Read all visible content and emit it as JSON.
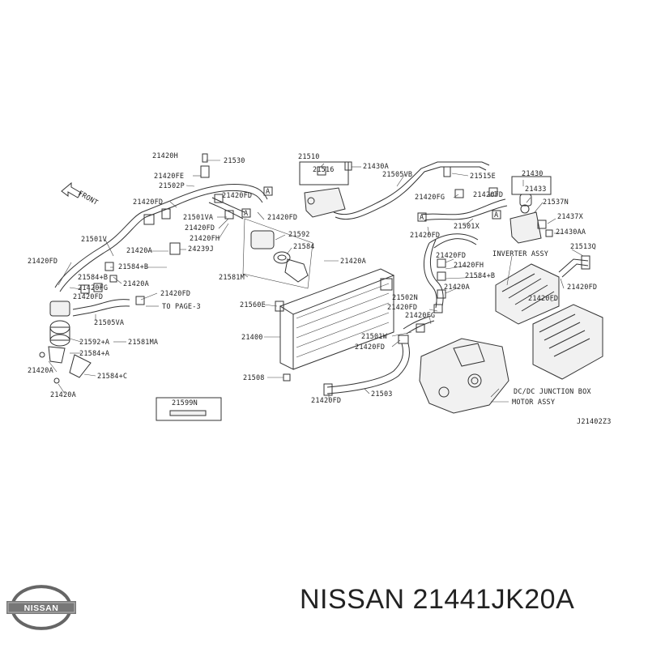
{
  "diagram": {
    "labels": {
      "partial_top": "21420H",
      "p_21530": "21530",
      "p_21420FE": "21420FE",
      "p_21502P": "21502P",
      "p_21420FD_a": "21420FD",
      "p_21420FD_b": "21420FD",
      "p_21420FD_c": "21420FD",
      "p_21420FD_d": "21420FD",
      "p_21420FD_e": "21420FD",
      "p_21420FD_f": "21420FD",
      "p_21420FD_g": "21420FD",
      "p_21420FD_h": "21420FD",
      "p_21420FD_i": "21420FD",
      "p_21420FD_j": "21420FD",
      "p_21420FD_k": "21420FD",
      "p_21420FD_l": "21420FD",
      "p_21420FD_m": "21420FD",
      "p_21501VA": "21501VA",
      "p_21420FH_a": "21420FH",
      "p_21420FH_b": "21420FH",
      "p_21501V": "21501V",
      "p_21420A_a": "21420A",
      "p_21420A_b": "21420A",
      "p_21420A_c": "21420A",
      "p_21420A_d": "21420A",
      "p_21420A_e": "21420A",
      "p_21420A_f": "21420A",
      "p_24239J": "24239J",
      "p_21592": "21592",
      "p_21584": "21584",
      "p_21581M": "21581M",
      "p_21584B_a": "21584+B",
      "p_21584B_b": "21584+B",
      "p_21420FG_a": "21420FG",
      "p_21420FG_b": "21420FG",
      "p_21420FG_c": "21420FG",
      "to_page": "TO PAGE-3",
      "p_21505VA": "21505VA",
      "p_21592A": "21592+A",
      "p_21581MA": "21581MA",
      "p_21584A": "21584+A",
      "p_21584C": "21584+C",
      "p_21599N": "21599N",
      "p_21516": "21516",
      "p_21510": "21510",
      "p_21430A": "21430A",
      "p_21505VB": "21505VB",
      "p_21515E": "21515E",
      "p_21430": "21430",
      "p_21433": "21433",
      "p_21537N": "21537N",
      "p_21437X": "21437X",
      "p_21430AA": "21430AA",
      "p_21513Q": "21513Q",
      "p_21501X": "21501X",
      "p_21560E": "21560E",
      "p_21400": "21400",
      "p_21508": "21508",
      "p_21503": "21503",
      "p_21502N": "21502N",
      "p_21501W": "21501W",
      "inverter": "INVERTER ASSY",
      "dcdc": "DC/DC JUNCTION BOX",
      "motor": "MOTOR ASSY",
      "front": "FRONT",
      "ref_a1": "A",
      "ref_a2": "A",
      "ref_a3": "A",
      "ref_a4": "A",
      "drawing_code": "J21402Z3"
    }
  },
  "brand": {
    "logo_text": "NISSAN"
  },
  "part_number": "NISSAN 21441JK20A"
}
